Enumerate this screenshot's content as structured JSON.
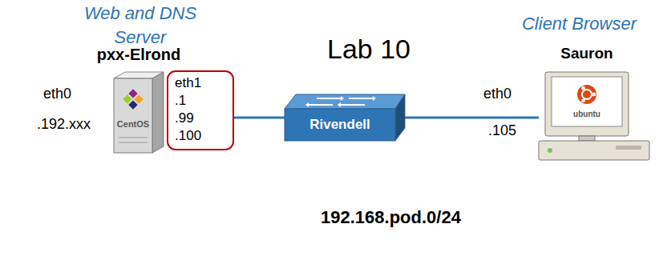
{
  "diagram": {
    "title": "Lab 10",
    "nodes": [
      {
        "text": [
          "pxx-Elrond",
          "CentOS"
        ]
      },
      {
        "text": [
          "eth1",
          ".1",
          ".99",
          ".100"
        ]
      },
      {
        "text": [
          "Rivendell"
        ]
      },
      {
        "text": [
          "Sauron",
          "ubuntu"
        ]
      }
    ],
    "edges": [
      {
        "from": 1,
        "to": 2,
        "arrow": "none"
      },
      {
        "from": 2,
        "to": 3,
        "arrow": "none"
      }
    ],
    "labels": [
      "Web and DNS Server",
      "Client Browser",
      "eth0",
      ".192.xxx",
      "eth0",
      ".105",
      "192.168.pod.0/24"
    ]
  }
}
